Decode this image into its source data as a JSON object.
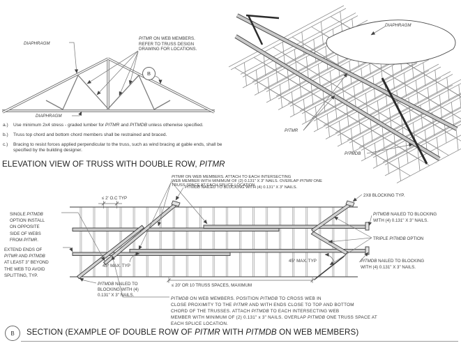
{
  "colors": {
    "drawing_line": "#6a6a6a",
    "member_fill": "#cccccc",
    "member_outline": "#3c3c3c",
    "leader": "#777777",
    "text": "#3a3a3a"
  },
  "elevation_view": {
    "title": "ELEVATION VIEW OF TRUSS WITH DOUBLE ROW, PITMR",
    "diaphragm_top_label": "DIAPHRAGM",
    "diaphragm_bottom_label": "DIAPHRAGM",
    "pitmr_web_note": "PITMR ON WEB MEMBERS.\nREFER TO TRUSS DESIGN\nDRAWING FOR LOCATIONS.",
    "detail_marker": "B"
  },
  "iso_view": {
    "diaphragm_label": "DIAPHRAGM",
    "pitmr_label": "PITMR",
    "pitmdb_label": "PITMDB"
  },
  "notes": [
    {
      "marker": "a.)",
      "text": "Use minimum 2x4 stress - graded lumber for PITMR and PITMDB unless otherwise specified."
    },
    {
      "marker": "b.)",
      "text": "Truss top chord and bottom chord members shall be restrained and braced."
    },
    {
      "marker": "c.)",
      "text": "Bracing to resist forces applied perpendicular to the truss, such as wind bracing at gable ends, shall be\nspecified by the building designer."
    }
  ],
  "section_view": {
    "marker": "B",
    "title": "SECTION (EXAMPLE OF DOUBLE ROW OF PITMR WITH PITMDB ON WEB MEMBERS)",
    "annotations": {
      "pitmr_attach": "PITMR ON WEB MEMBERS. ATTACH TO EACH INTERSECTING\nWEB MEMBER WITH MINIMUM OF (2) 0.131\" X 3\" NAILS. OVERLAP PITMR ONE\nTRUSS SPACE AT EACH SPLICE LOCATION.",
      "pitmdb_blocking_top": "PITMDB NAILED TO BLOCKING WITH  (4) 0.131\" X 3\" NAILS.",
      "oc_dim": "≤  2' O.C TYP",
      "blocking_typ": "2X8 BLOCKING TYP.",
      "pitmdb_blocking_right1": "PITMDB NAILED TO BLOCKING\nWITH  (4) 0.131\" X 3\" NAILS.",
      "triple_option": "TRIPLE PITMDB OPTION",
      "pitmdb_blocking_right2": "PITMDB NAILED TO BLOCKING\nWITH  (4) 0.131\" X 3\" NAILS.",
      "single_option": "SINGLE PITMDB\nOPTION INSTALL\nON OPPOSITE\nSIDE OF WEBS\nFROM PITMR.",
      "extend_ends": "EXTEND ENDS OF\nPITMR AND PITMDB\nAT LEAST 3\" BEYOND\nTHE WEB TO AVOID\nSPLITTING, TYP.",
      "angle_left": "45° MAX. TYP",
      "angle_right": "45° MAX. TYP",
      "pitmdb_blocking_bottom": "PITMDB NAILED TO\nBLOCKING WITH  (4)\n0.131\" X 3\" NAILS.",
      "span_dim": "≤  20' OR 10 TRUSS SPACES, MAXIMUM",
      "pitmdb_paragraph": "PITMDB ON WEB MEMBERS. POSITION PITMDB TO CROSS WEB IN\nCLOSE PROXIMITY TO THE PITMR AND WITH ENDS CLOSE TO TOP AND BOTTOM\nCHORD OF THE TRUSSES. ATTACH PITMDB TO EACH INTERSECTING WEB\nMEMBER WITH MINIMUM OF (2) 0.131\" x 3\" NAILS. OVERLAP PITMDB ONE TRUSS SPACE AT\nEACH SPLICE LOCATION."
    }
  }
}
